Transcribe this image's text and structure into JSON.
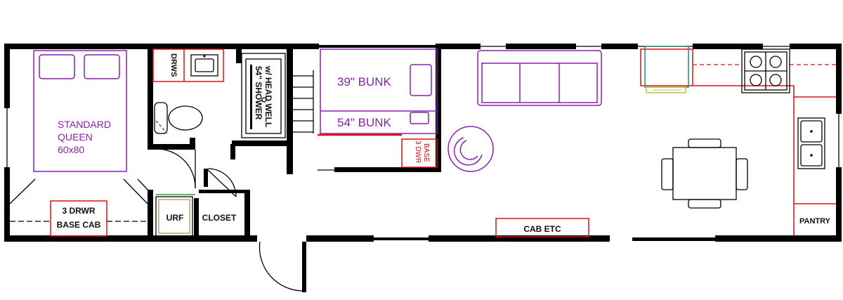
{
  "labels": {
    "bed": [
      "STANDARD",
      "QUEEN",
      "60x80"
    ],
    "drws": "DRWS",
    "shower": [
      "54\" SHOWER",
      "w/ HEAD WELL"
    ],
    "bunk_top": "39\" BUNK",
    "bunk_bottom": "54\" BUNK",
    "three_dwr_base": [
      "3 DWR",
      "BASE"
    ],
    "three_drwr_base_cab": [
      "3 DRWR",
      "BASE CAB"
    ],
    "urf": "URF",
    "closet": "CLOSET",
    "cab_etc": "CAB ETC",
    "pantry": "PANTRY"
  },
  "colors": {
    "wall": "#000000",
    "furniture": "#8a1fb0",
    "cabinet": "#e01010",
    "appliance": "#1f8a80",
    "fridge_line": "#1a9e3a"
  }
}
